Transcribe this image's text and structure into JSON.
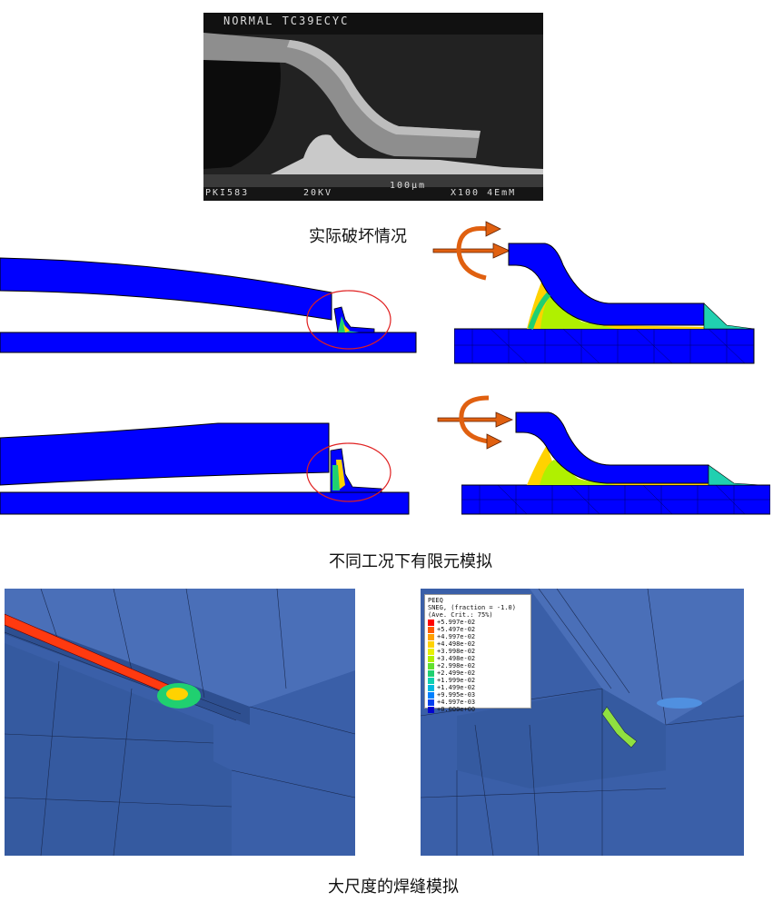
{
  "captions": {
    "actual_failure": "实际破坏情况",
    "fem_conditions": "不同工况下有限元模拟",
    "weld_simulation": "大尺度的焊缝模拟"
  },
  "sem_photo": {
    "header_text": "NORMAL TC39ECYC",
    "footer_left": "PKI583",
    "footer_mid": "20KV",
    "footer_scale": "100μm",
    "footer_right": "X100 4EmM"
  },
  "legend": {
    "title_lines": [
      "PEEQ",
      "SNEG, (fraction = -1.0)",
      "(Ave. Crit.: 75%)"
    ],
    "entries": [
      {
        "label": "+5.997e-02",
        "color": "#ff0000"
      },
      {
        "label": "+5.497e-02",
        "color": "#ff5a00"
      },
      {
        "label": "+4.997e-02",
        "color": "#ffa000"
      },
      {
        "label": "+4.498e-02",
        "color": "#ffd200"
      },
      {
        "label": "+3.998e-02",
        "color": "#e8f000"
      },
      {
        "label": "+3.498e-02",
        "color": "#b0f000"
      },
      {
        "label": "+2.998e-02",
        "color": "#60e030"
      },
      {
        "label": "+2.499e-02",
        "color": "#20d070"
      },
      {
        "label": "+1.999e-02",
        "color": "#10d0b0"
      },
      {
        "label": "+1.499e-02",
        "color": "#00b8e0"
      },
      {
        "label": "+9.995e-03",
        "color": "#0080ff"
      },
      {
        "label": "+4.997e-03",
        "color": "#0040f0"
      },
      {
        "label": "+0.000e+00",
        "color": "#0000d0"
      }
    ]
  }
}
